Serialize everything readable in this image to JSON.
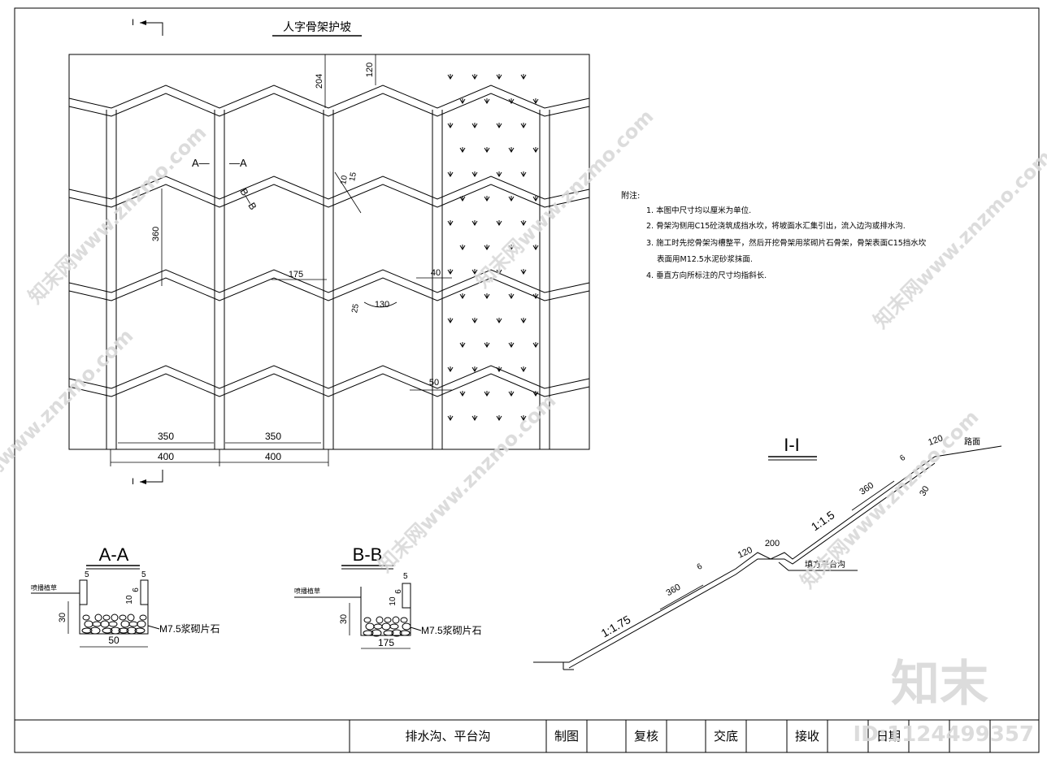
{
  "main_plan": {
    "title": "人字骨架护坡",
    "section_marker": "I",
    "dims": {
      "top_204": "204",
      "top_120": "120",
      "rib_360": "360",
      "rib_175": "175",
      "gap_40": "40",
      "gap_50": "50",
      "angle_130": "130",
      "small_25": "25",
      "small_15": "15",
      "small_10": "10",
      "bottom_350a": "350",
      "bottom_350b": "350",
      "bottom_400a": "400",
      "bottom_400b": "400"
    },
    "cut_labels": {
      "a_left": "A—",
      "a_right": "—A",
      "b": "B—B"
    }
  },
  "notes": {
    "heading": "附注:",
    "items": [
      "1. 本图中尺寸均以厘米为单位.",
      "2. 骨架沟侧用C15砼浇筑成挡水坎，将坡面水汇集引出，流入边沟或排水沟.",
      "3. 施工时先挖骨架沟槽整平，然后开挖骨架用浆砌片石骨架，骨架表面C15挡水坎",
      "表面用M12.5水泥砂浆抹面.",
      "4. 垂直方向所标注的尺寸均指斜长."
    ]
  },
  "section_i": {
    "title": "I-I",
    "road_label": "路面",
    "platform_label": "填方平台沟",
    "slope_upper": "1:1.5",
    "slope_lower": "1:1.75",
    "dims": {
      "d120_top": "120",
      "d6_top": "6",
      "d360_top": "360",
      "d30": "30",
      "d200": "200",
      "d120_mid": "120",
      "d6_mid": "6",
      "d360_low": "360"
    }
  },
  "section_aa": {
    "title": "A-A",
    "left_label": "喷播植草",
    "material": "M7.5浆砌片石",
    "dims": {
      "d5a": "5",
      "d5b": "5",
      "d10": "10",
      "d6": "6",
      "d30": "30",
      "d50": "50"
    }
  },
  "section_bb": {
    "title": "B-B",
    "left_label": "喷播植草",
    "material": "M7.5浆砌片石",
    "dims": {
      "d5": "5",
      "d10": "10",
      "d6": "6",
      "d30": "30",
      "d175": "175"
    }
  },
  "title_block": {
    "drawing_name": "排水沟、平台沟",
    "cells": [
      "制图",
      "复核",
      "交底",
      "接收",
      "日期"
    ]
  },
  "watermark": {
    "text": "知末网www.znzmo.com",
    "logo": "知末",
    "id": "ID:1124499357"
  }
}
